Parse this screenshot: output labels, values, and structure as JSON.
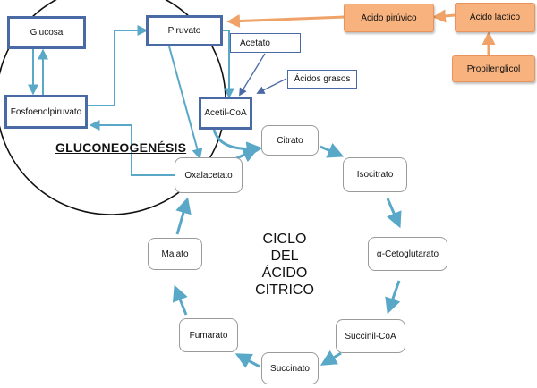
{
  "title": "GLUCONEOGENÉSIS",
  "cycle_title": [
    "CICLO",
    "DEL",
    "ÁCIDO",
    "CITRICO"
  ],
  "nodes": {
    "glucosa": "Glucosa",
    "piruvato": "Piruvato",
    "fosfoenolpiruvato": "Fosfoenolpiruvato",
    "acetato": "Acetato",
    "acidos_grasos": "Ácidos grasos",
    "acetil_coa": "Acetil-CoA",
    "acido_piruvico": "Ácido pirúvico",
    "acido_lactico": "Ácido láctico",
    "propilenglicol": "Propilenglicol",
    "citrato": "Citrato",
    "isocitrato": "Isocitrato",
    "cetoglutarato": "α-Cetoglutarato",
    "succinil_coa": "Succinil-CoA",
    "succinato": "Succinato",
    "fumarato": "Fumarato",
    "malato": "Malato",
    "oxalacetato": "Oxalacetato"
  },
  "colors": {
    "flow_arrow": "#5aa8c8",
    "thin_arrow": "#4a6aa5",
    "orange_arrow": "#f0a368",
    "box_border": "#4a6aa5",
    "orange_box": "#f7b27e"
  }
}
